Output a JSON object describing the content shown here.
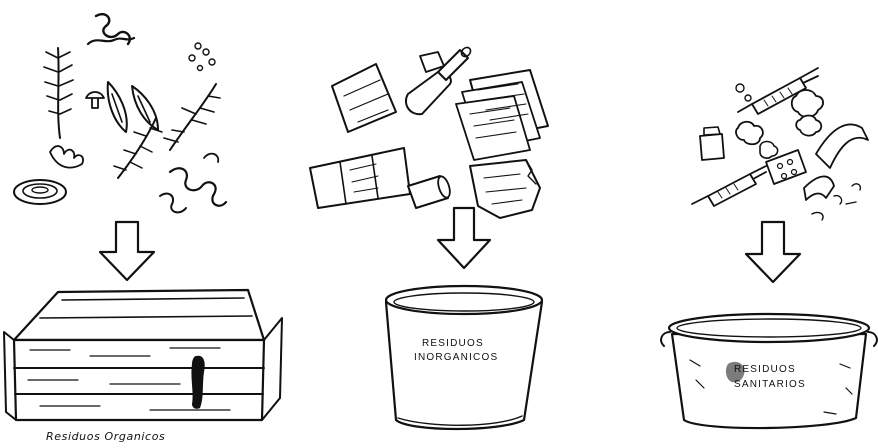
{
  "panels": [
    {
      "id": "organic",
      "label": "Residuos Organicos",
      "label_style": "handwritten"
    },
    {
      "id": "inorganic",
      "label_line1": "RESIDUOS",
      "label_line2": "INORGANICOS"
    },
    {
      "id": "sanitary",
      "label_line1": "RESIDUOS",
      "label_line2": "SANITARIOS"
    }
  ],
  "colors": {
    "ink": "#111111",
    "background": "#ffffff"
  }
}
